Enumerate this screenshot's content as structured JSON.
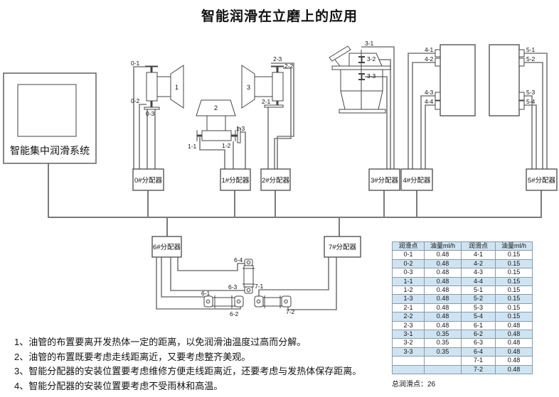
{
  "title": "智能润滑在立磨上的应用",
  "system_box": {
    "label": "智能集中润滑系统"
  },
  "diagram": {
    "machines": {
      "m1": "1",
      "m2": "2",
      "m3": "3"
    },
    "distributors": {
      "d0": "0#分配器",
      "d1": "1#分配器",
      "d2": "2#分配器",
      "d3": "3#分配器",
      "d4": "4#分配器",
      "d5": "5#分配器",
      "d6": "6#分配器",
      "d7": "7#分配器"
    },
    "points": {
      "0-1": "0-1",
      "0-2": "0-2",
      "0-3": "0-3",
      "1-1": "1-1",
      "1-2": "1-2",
      "1-3": "1-3",
      "2-1": "2-1",
      "2-2": "2-2",
      "2-3": "2-3",
      "3-1": "3-1",
      "3-2": "3-2",
      "3-3": "3-3",
      "4-1": "4-1",
      "4-2": "4-2",
      "4-3": "4-3",
      "4-4": "4-4",
      "5-1": "5-1",
      "5-2": "5-2",
      "5-3": "5-3",
      "5-4": "5-4",
      "6-1": "6-1",
      "6-2": "6-2",
      "6-3": "6-3",
      "6-4": "6-4",
      "7-1": "7-1",
      "7-2": "7-2"
    }
  },
  "table": {
    "headers": [
      "润滑点",
      "油量ml/h",
      "润滑点",
      "油量ml/h"
    ],
    "rows": [
      [
        "0-1",
        "0.48",
        "4-1",
        "0.15"
      ],
      [
        "0-2",
        "0.48",
        "4-2",
        "0.15"
      ],
      [
        "0-3",
        "0.48",
        "4-3",
        "0.15"
      ],
      [
        "1-1",
        "0.48",
        "4-4",
        "0.15"
      ],
      [
        "1-2",
        "0.48",
        "5-1",
        "0.15"
      ],
      [
        "1-3",
        "0.48",
        "5-2",
        "0.15"
      ],
      [
        "2-1",
        "0.48",
        "5-3",
        "0.15"
      ],
      [
        "2-2",
        "0.48",
        "5-4",
        "0.15"
      ],
      [
        "2-3",
        "0.48",
        "6-1",
        "0.48"
      ],
      [
        "3-1",
        "0.35",
        "6-2",
        "0.48"
      ],
      [
        "3-2",
        "0.35",
        "6-3",
        "0.48"
      ],
      [
        "3-3",
        "0.35",
        "6-4",
        "0.48"
      ],
      [
        "",
        "",
        "7-1",
        "0.48"
      ],
      [
        "",
        "",
        "7-2",
        "0.48"
      ]
    ],
    "total_label": "总润滑点：26"
  },
  "notes": [
    "1、油管的布置要离开发热体一定的距离，以免润滑油温度过高而分解。",
    "2、油管的布置既要考虑走线距离近，又要考虑整齐美观。",
    "3、智能分配器的安装位置要考虑维修方便走线距离近，还要考虑与发热体保存距离。",
    "4、智能分配器的安装位置要考虑不受雨林和高温。"
  ],
  "colors": {
    "table_stripe": "#cfe4f2",
    "table_border": "#8a9aa8",
    "pipe": "#7a7a7a",
    "outline": "#444444"
  }
}
